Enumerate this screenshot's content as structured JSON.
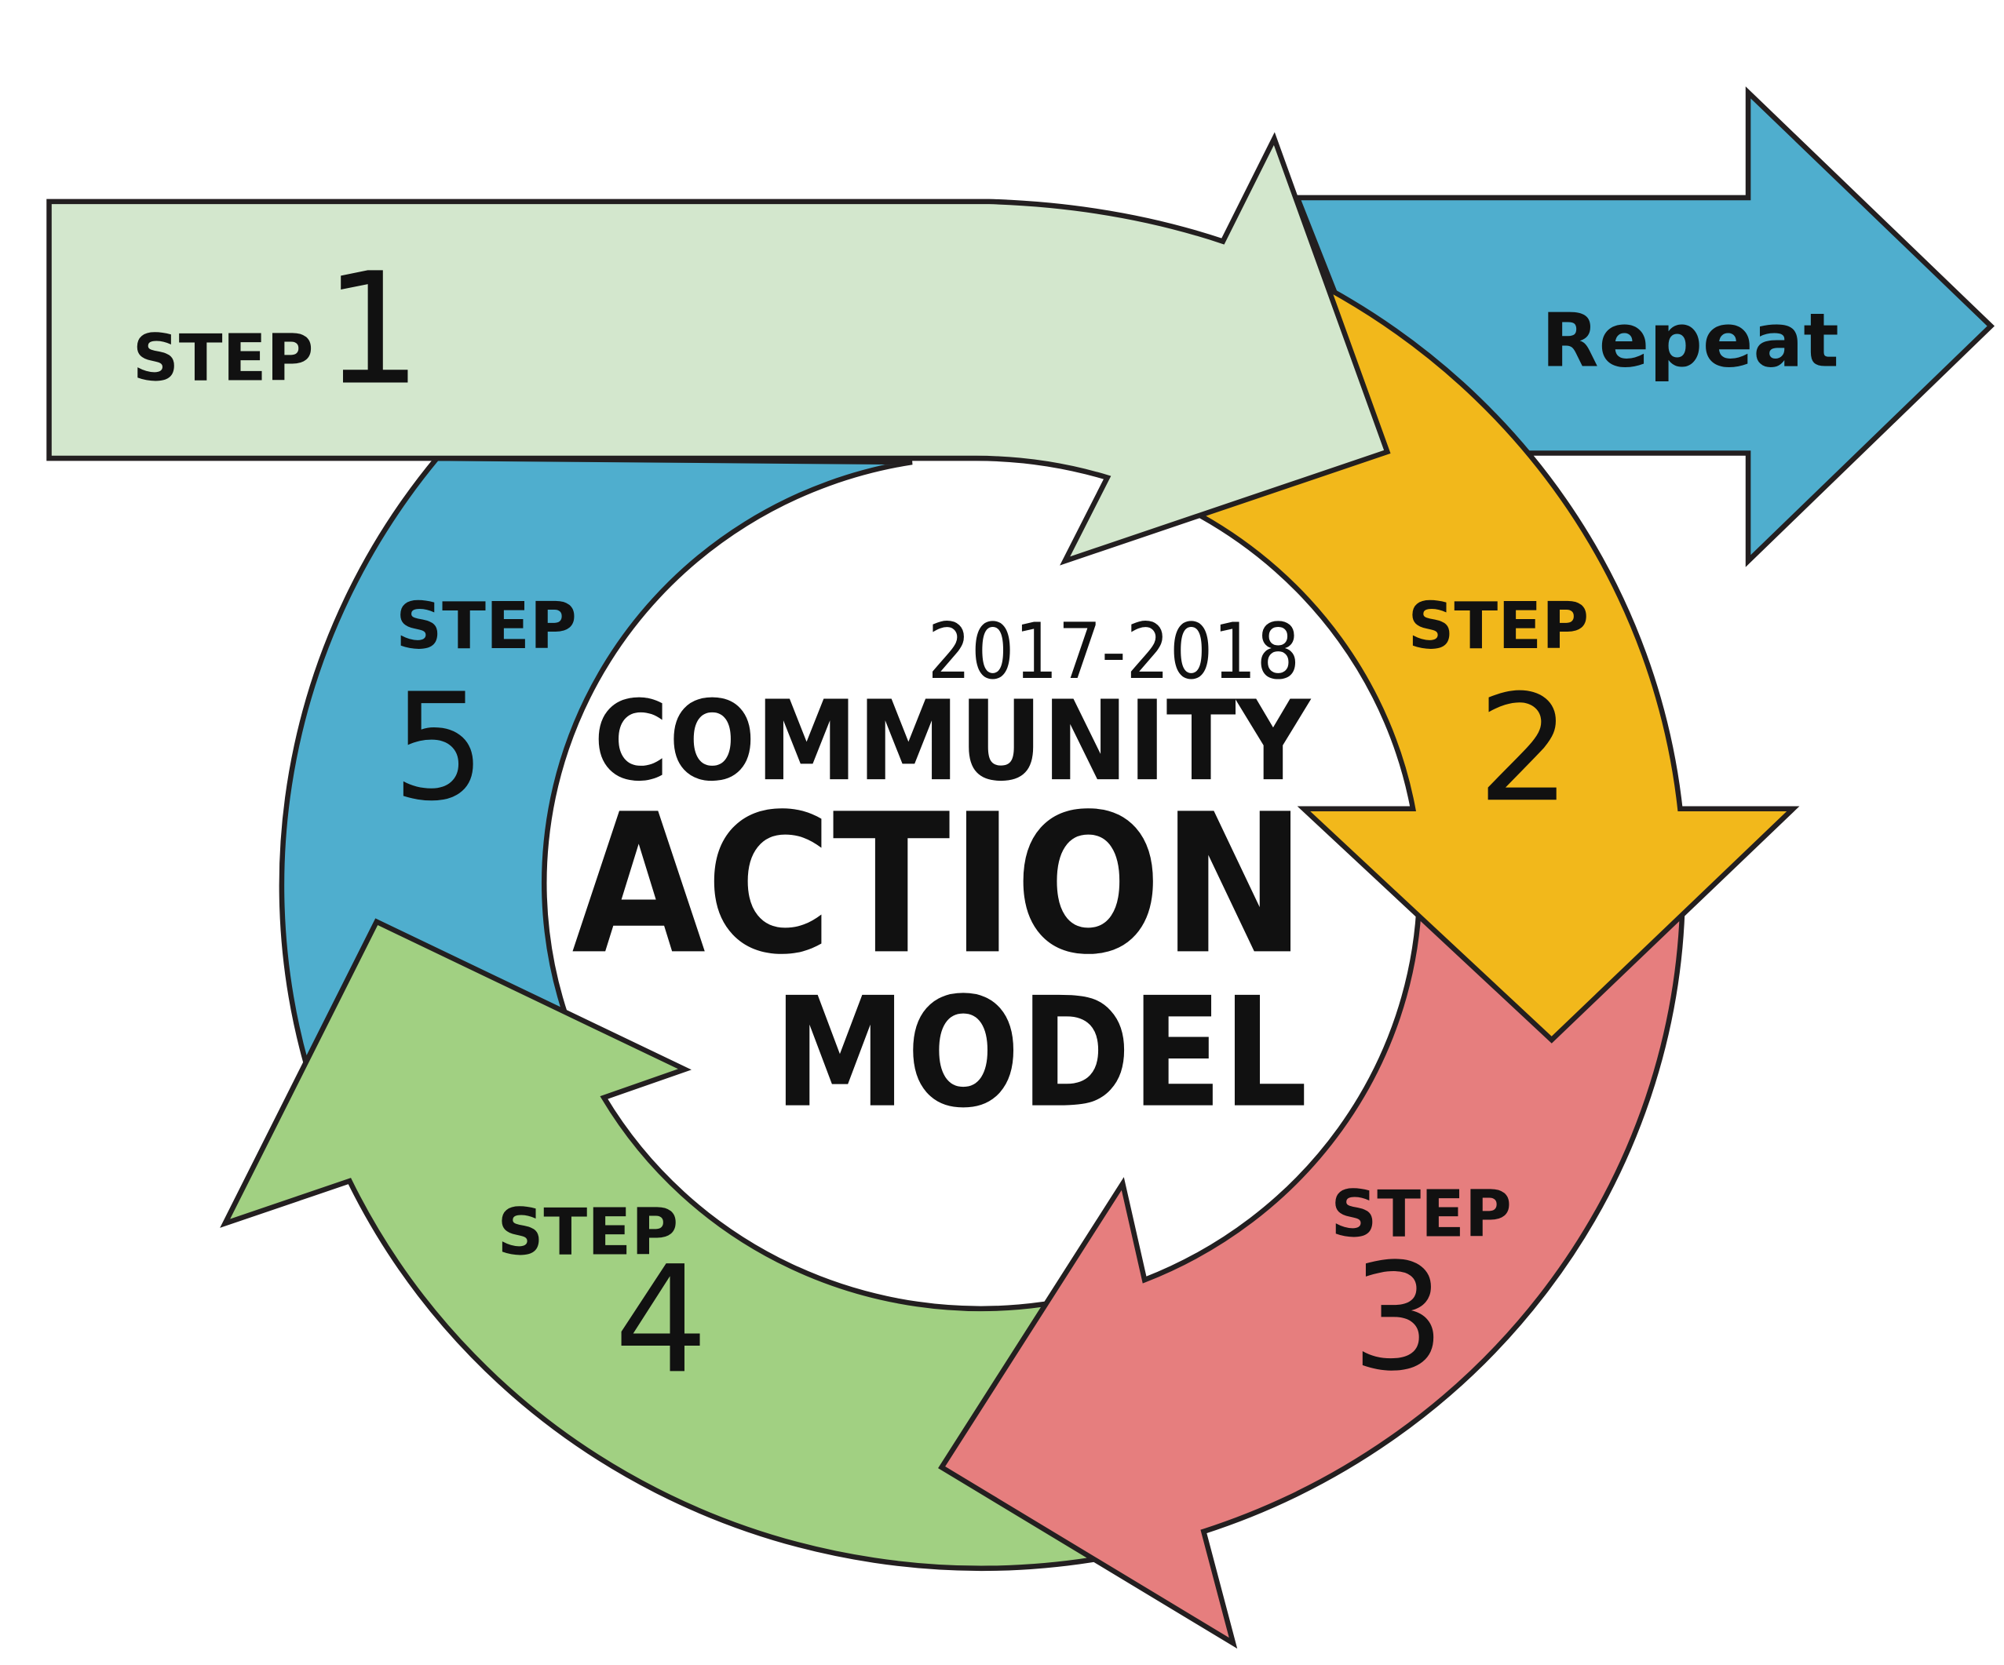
{
  "title": {
    "years": "2017-2018",
    "line1": "COMMUNITY",
    "line2": "ACTION",
    "line3": "MODEL"
  },
  "steps": [
    {
      "word": "STEP",
      "number": "1",
      "color": "#d3e7cd"
    },
    {
      "word": "STEP",
      "number": "2",
      "color": "#f2b81b"
    },
    {
      "word": "STEP",
      "number": "3",
      "color": "#e67e7e"
    },
    {
      "word": "STEP",
      "number": "4",
      "color": "#a1d082"
    },
    {
      "word": "STEP",
      "number": "5",
      "color": "#4faece"
    }
  ],
  "repeat": {
    "label": "Repeat",
    "color": "#4faece"
  }
}
